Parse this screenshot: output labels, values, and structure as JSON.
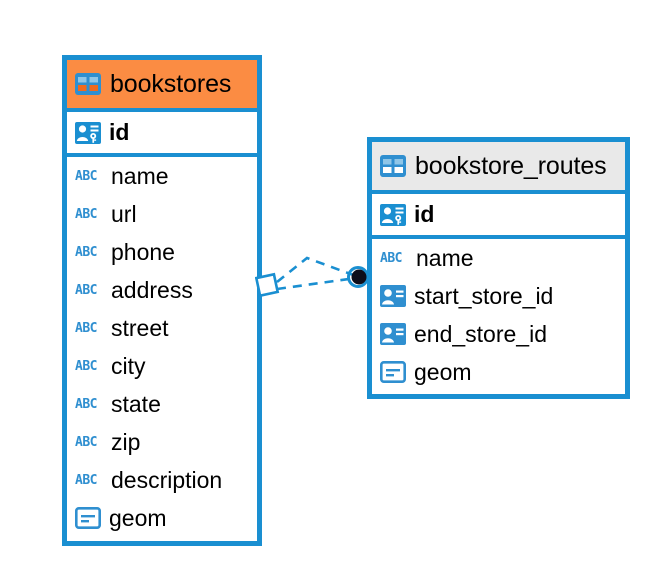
{
  "diagram": {
    "title": "bookstores-bookstore_routes-er-diagram",
    "colors": {
      "border_blue": "#1a8fd1",
      "header_orange": "#fb8c43",
      "header_gray": "#e9e9e9",
      "icon_blue": "#2f8fd0",
      "text_black": "#000000",
      "background": "#ffffff"
    }
  },
  "entities": [
    {
      "name": "bookstores",
      "header_style": "orange",
      "table_icon": "table-icon-orange",
      "primary_key": {
        "name": "id",
        "icon": "primary-key-icon"
      },
      "fields": [
        {
          "name": "name",
          "icon": "text-abc-icon"
        },
        {
          "name": "url",
          "icon": "text-abc-icon"
        },
        {
          "name": "phone",
          "icon": "text-abc-icon"
        },
        {
          "name": "address",
          "icon": "text-abc-icon"
        },
        {
          "name": "street",
          "icon": "text-abc-icon"
        },
        {
          "name": "city",
          "icon": "text-abc-icon"
        },
        {
          "name": "state",
          "icon": "text-abc-icon"
        },
        {
          "name": "zip",
          "icon": "text-abc-icon"
        },
        {
          "name": "description",
          "icon": "text-abc-icon"
        },
        {
          "name": "geom",
          "icon": "geometry-icon"
        }
      ]
    },
    {
      "name": "bookstore_routes",
      "header_style": "gray",
      "table_icon": "table-icon-blue",
      "primary_key": {
        "name": "id",
        "icon": "primary-key-icon"
      },
      "fields": [
        {
          "name": "name",
          "icon": "text-abc-icon"
        },
        {
          "name": "start_store_id",
          "icon": "foreign-key-icon"
        },
        {
          "name": "end_store_id",
          "icon": "foreign-key-icon"
        },
        {
          "name": "geom",
          "icon": "geometry-icon"
        }
      ]
    }
  ],
  "relationship": {
    "from": "bookstores",
    "to": "bookstore_routes",
    "line_style": "dashed",
    "source_marker": "diamond-marker",
    "target_marker": "filled-circle-marker",
    "abc_glyph": "ABC"
  }
}
